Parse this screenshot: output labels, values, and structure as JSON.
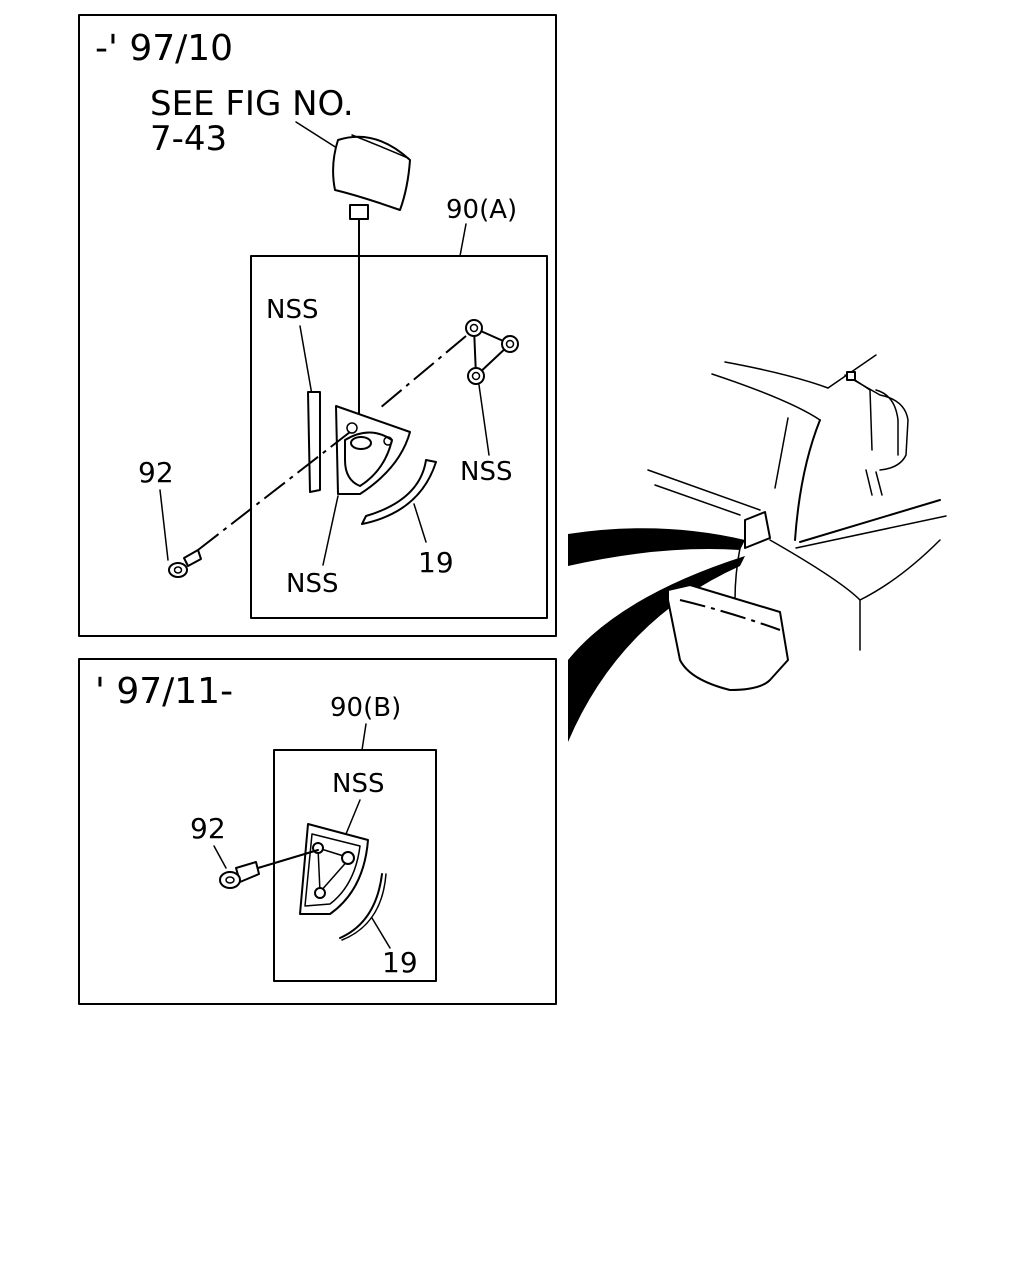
{
  "panel_a": {
    "date_range": "-' 97/10",
    "see_fig_line1": "SEE FIG NO.",
    "see_fig_line2": "7-43",
    "assembly_label": "90(A)",
    "callouts": {
      "nss_top": "NSS",
      "nss_right": "NSS",
      "nss_bottom": "NSS",
      "bolt": "92",
      "seal": "19"
    }
  },
  "panel_b": {
    "date_range": "' 97/11-",
    "assembly_label": "90(B)",
    "callouts": {
      "nss": "NSS",
      "bolt": "92",
      "seal": "19"
    }
  }
}
